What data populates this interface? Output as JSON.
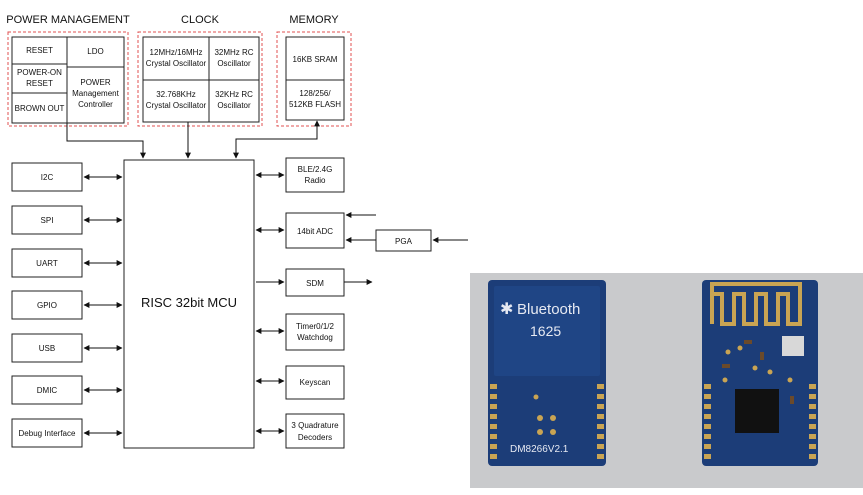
{
  "sections": {
    "power_management": "POWER MANAGEMENT",
    "clock": "CLOCK",
    "memory": "MEMORY"
  },
  "power": {
    "reset": "RESET",
    "power_on_reset": [
      "POWER-ON",
      "RESET"
    ],
    "brown_out": "BROWN OUT",
    "ldo": "LDO",
    "pm_controller": [
      "POWER",
      "Management",
      "Controller"
    ]
  },
  "clock": {
    "osc_12_16": [
      "12MHz/16MHz",
      "Crystal Oscillator"
    ],
    "rc_32m": [
      "32MHz RC",
      "Oscillator"
    ],
    "osc_32768": [
      "32.768KHz",
      "Crystal Oscillator"
    ],
    "rc_32k": [
      "32KHz RC",
      "Oscillator"
    ]
  },
  "memory": {
    "sram": "16KB SRAM",
    "flash": [
      "128/256/",
      "512KB FLASH"
    ]
  },
  "mcu": "RISC 32bit MCU",
  "left_peripherals": [
    "I2C",
    "SPI",
    "UART",
    "GPIO",
    "USB",
    "DMIC",
    "Debug Interface"
  ],
  "right_peripherals": {
    "radio": [
      "BLE/2.4G",
      "Radio"
    ],
    "adc": "14bit ADC",
    "pga": "PGA",
    "sdm": "SDM",
    "timer": [
      "Timer0/1/2",
      "Watchdog"
    ],
    "keyscan": "Keyscan",
    "decoders": [
      "3 Quadrature",
      "Decoders"
    ]
  },
  "photo": {
    "bluetooth": "Bluetooth",
    "code": "1625",
    "model": "DM8266V2.1"
  },
  "colors": {
    "group_border": "#e05050",
    "pcb": "#1c3d78",
    "pad": "#c9a453",
    "photo_bg": "#c9cacc"
  },
  "icons": {
    "bluetooth": "bluetooth-icon"
  }
}
